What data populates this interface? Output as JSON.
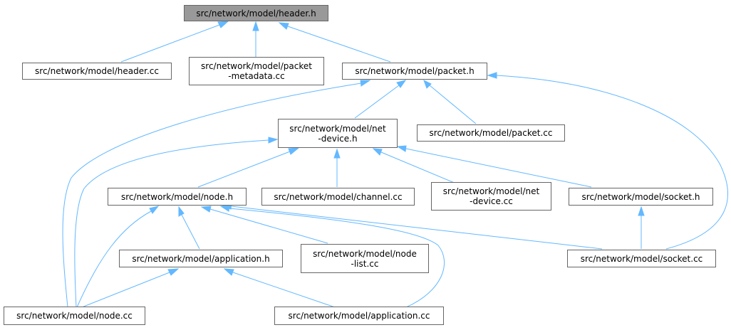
{
  "diagram": {
    "nodes": {
      "header_h": [
        "src/network/model/header.h"
      ],
      "header_cc": [
        "src/network/model/header.cc"
      ],
      "packet_metadata_cc": [
        "src/network/model/packet",
        "-metadata.cc"
      ],
      "packet_h": [
        "src/network/model/packet.h"
      ],
      "net_device_h": [
        "src/network/model/net",
        "-device.h"
      ],
      "packet_cc": [
        "src/network/model/packet.cc"
      ],
      "node_h": [
        "src/network/model/node.h"
      ],
      "channel_cc": [
        "src/network/model/channel.cc"
      ],
      "net_device_cc": [
        "src/network/model/net",
        "-device.cc"
      ],
      "socket_h": [
        "src/network/model/socket.h"
      ],
      "application_h": [
        "src/network/model/application.h"
      ],
      "node_list_cc": [
        "src/network/model/node",
        "-list.cc"
      ],
      "socket_cc": [
        "src/network/model/socket.cc"
      ],
      "node_cc": [
        "src/network/model/node.cc"
      ],
      "application_cc": [
        "src/network/model/application.cc"
      ]
    },
    "edge_color": "#63b8ff",
    "root_fill": "#999999",
    "border_color": "#666666"
  }
}
